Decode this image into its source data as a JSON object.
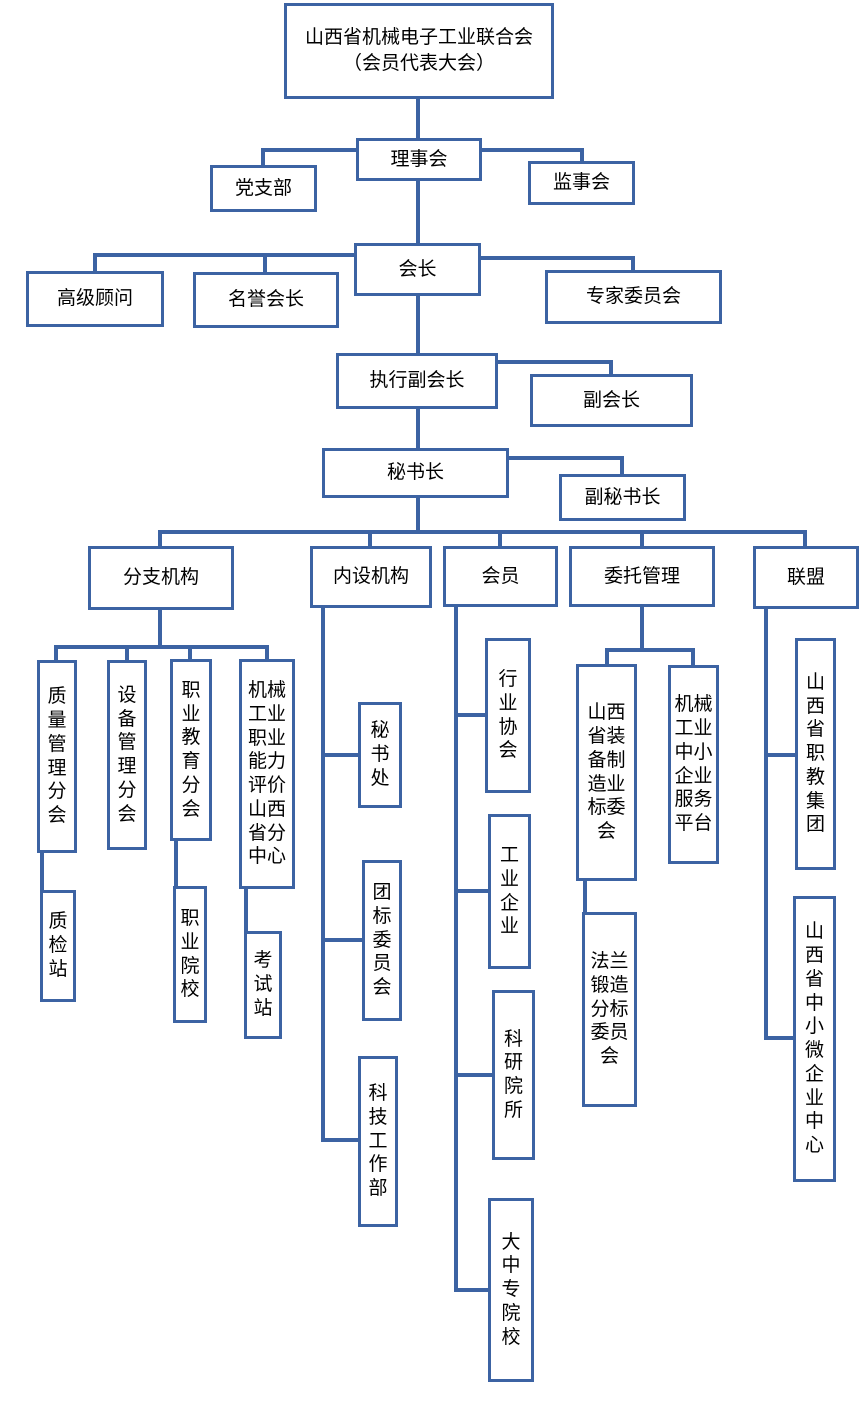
{
  "nodes": {
    "root": {
      "l1": "山西省机械电子工业联合会",
      "l2": "（会员代表大会）"
    },
    "council": "理事会",
    "party_branch": "党支部",
    "supervisory": "监事会",
    "president": "会长",
    "senior_advisor": "高级顾问",
    "honorary_pres": "名誉会长",
    "expert_committee": "专家委员会",
    "exec_vp": "执行副会长",
    "vp": "副会长",
    "secretary_general": "秘书长",
    "deputy_sg": "副秘书长",
    "branches": "分支机构",
    "internal": "内设机构",
    "members": "会员",
    "entrusted": "委托管理",
    "alliance": "联盟",
    "quality_branch": "质量管理分会",
    "equipment_branch": "设备管理分会",
    "vocational_branch": "职业教育分会",
    "skills_center": "机械工业职业能力评价山西省分中心",
    "qc_station": "质检站",
    "vocational_school": "职业院校",
    "exam_station": "考试站",
    "secretariat": "秘书处",
    "group_standards": "团标委员会",
    "tech_dept": "科技工作部",
    "industry_assoc": "行业协会",
    "industrial_ent": "工业企业",
    "research_inst": "科研院所",
    "colleges": "大中专院校",
    "equip_std": "山西省装备制造业标委会",
    "sme_platform": "机械工业中小企业服务平台",
    "flange_std": "法兰锻造分标委员会",
    "voc_edu_group": "山西省职教集团",
    "sme_center": "山西省中小微企业中心"
  }
}
